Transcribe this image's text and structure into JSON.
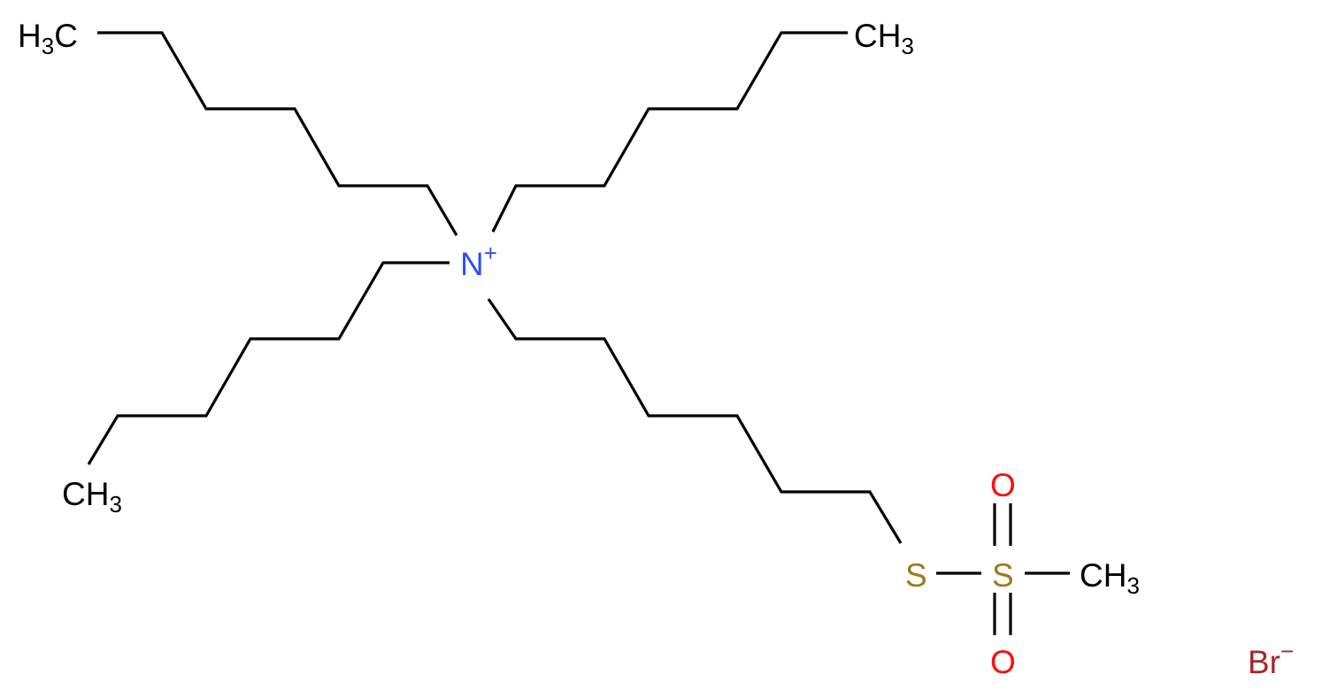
{
  "diagram": {
    "type": "chemical-structure",
    "compound": {
      "cation_center": {
        "element": "N",
        "charge": "+",
        "color": "#3050F8"
      },
      "chains": [
        {
          "name": "hexyl-1",
          "terminal_label": {
            "main": "H",
            "sub": "3",
            "tail": "C"
          }
        },
        {
          "name": "hexyl-2",
          "terminal_label": {
            "main": "CH",
            "sub": "3"
          }
        },
        {
          "name": "hexyl-3",
          "terminal_label": {
            "main": "CH",
            "sub": "3"
          }
        },
        {
          "name": "hexyl-linker",
          "terminal_group": "S-SO2-CH3"
        }
      ],
      "thiosulfonate": {
        "sulfur_1": "S",
        "sulfur_2": "S",
        "oxygen_top": "O",
        "oxygen_bottom": "O",
        "methyl": {
          "main": "CH",
          "sub": "3"
        },
        "sulfur_color": "#9E7A1E",
        "oxygen_color": "#FF0D0D"
      },
      "counterion": {
        "element": "Br",
        "charge": "−",
        "color": "#A62929"
      }
    }
  }
}
